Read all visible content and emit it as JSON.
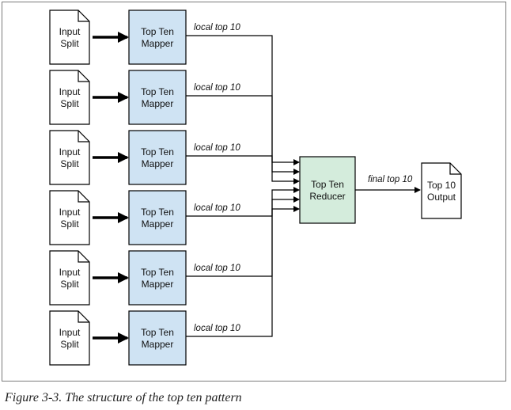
{
  "diagram": {
    "splits": [
      {
        "line1": "Input",
        "line2": "Split"
      },
      {
        "line1": "Input",
        "line2": "Split"
      },
      {
        "line1": "Input",
        "line2": "Split"
      },
      {
        "line1": "Input",
        "line2": "Split"
      },
      {
        "line1": "Input",
        "line2": "Split"
      },
      {
        "line1": "Input",
        "line2": "Split"
      }
    ],
    "mappers": [
      {
        "line1": "Top Ten",
        "line2": "Mapper",
        "edge_label": "local top 10"
      },
      {
        "line1": "Top Ten",
        "line2": "Mapper",
        "edge_label": "local top 10"
      },
      {
        "line1": "Top Ten",
        "line2": "Mapper",
        "edge_label": "local top 10"
      },
      {
        "line1": "Top Ten",
        "line2": "Mapper",
        "edge_label": "local top 10"
      },
      {
        "line1": "Top Ten",
        "line2": "Mapper",
        "edge_label": "local top 10"
      },
      {
        "line1": "Top Ten",
        "line2": "Mapper",
        "edge_label": "local top 10"
      }
    ],
    "reducer": {
      "line1": "Top Ten",
      "line2": "Reducer"
    },
    "reducer_edge_label": "final top 10",
    "output": {
      "line1": "Top 10",
      "line2": "Output"
    },
    "colors": {
      "mapper_fill": "#cfe3f3",
      "reducer_fill": "#d4ecdc",
      "doc_fill": "#ffffff",
      "stroke": "#000000"
    }
  },
  "caption": "Figure 3-3. The structure of the top ten pattern"
}
